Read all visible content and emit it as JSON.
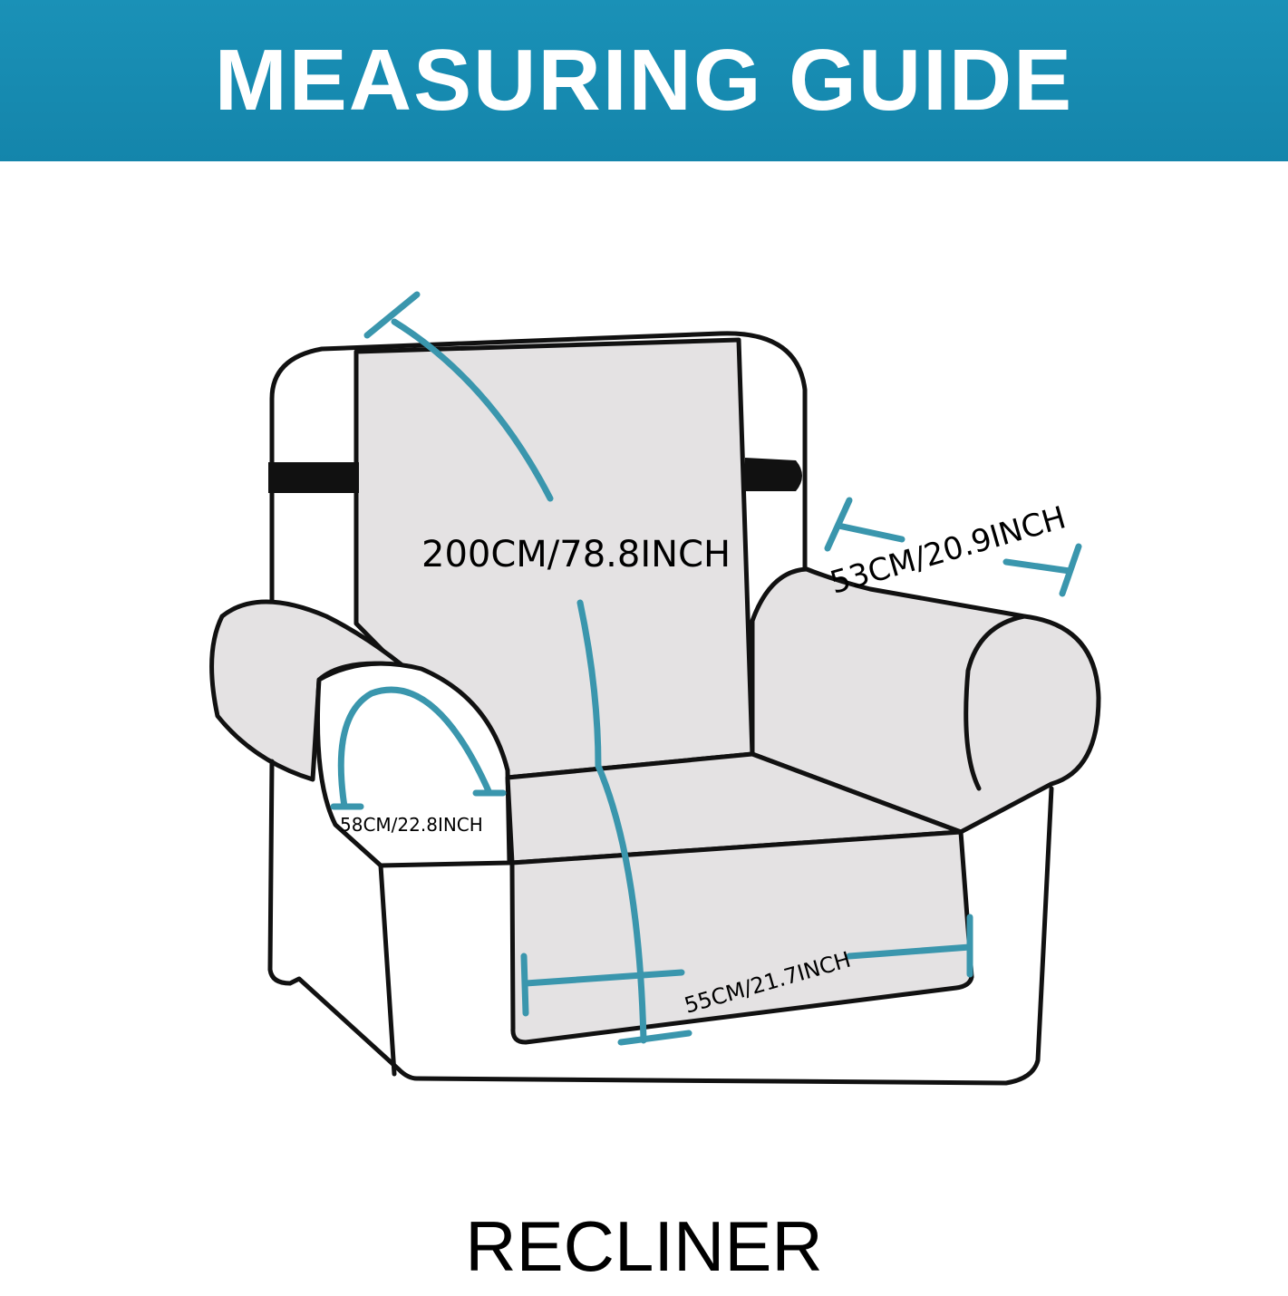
{
  "header": {
    "title": "MEASURING GUIDE"
  },
  "measurements": {
    "back_height": "200CM/78.8INCH",
    "arm_depth": "53CM/20.9INCH",
    "arm_curve": "58CM/22.8INCH",
    "seat_width": "55CM/21.7INCH"
  },
  "footer": {
    "product_type": "RECLINER"
  },
  "colors": {
    "banner": "#1a8db3",
    "measure_line": "#3a96ad",
    "chair_fill": "#e4e2e3",
    "outline": "#111111"
  }
}
